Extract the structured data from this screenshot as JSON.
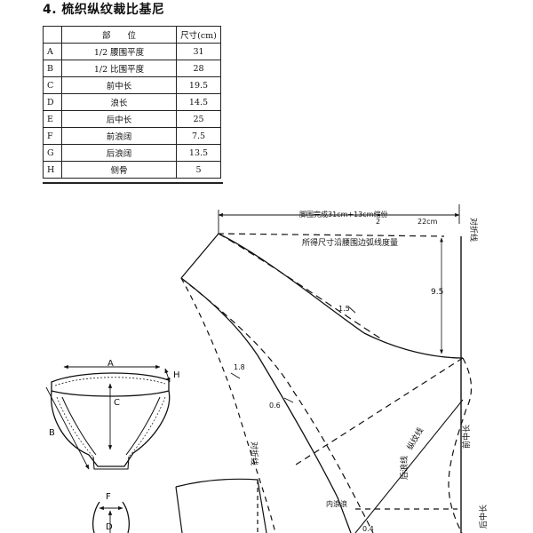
{
  "heading": "4. 梳织纵纹裁比基尼",
  "table": {
    "headers": [
      "",
      "部　　位",
      "尺寸(cm)"
    ],
    "rows": [
      {
        "code": "A",
        "part": "1/2 腰围平度",
        "size": "31"
      },
      {
        "code": "B",
        "part": "1/2 比围平度",
        "size": "28"
      },
      {
        "code": "C",
        "part": "前中长",
        "size": "19.5"
      },
      {
        "code": "D",
        "part": "浪长",
        "size": "14.5"
      },
      {
        "code": "E",
        "part": "后中长",
        "size": "25"
      },
      {
        "code": "F",
        "part": "前浪阔",
        "size": "7.5"
      },
      {
        "code": "G",
        "part": "后浪阔",
        "size": "13.5"
      },
      {
        "code": "H",
        "part": "侧骨",
        "size": "5"
      }
    ]
  },
  "pattern": {
    "top_note": "脚围完成31cm+13cm缩份",
    "fraction_denominator": "2",
    "dim_22": "22cm",
    "second_note": "所得尺寸沿腰围边弧线度量",
    "fold_line_right": "对折线",
    "dim_9_5": "9.5",
    "dim_1_5": "1.5",
    "dim_1_8": "1.8",
    "dim_0_6": "0.6",
    "grain_label": "纵纹线",
    "back_crotch": "后浪线",
    "front_center": "前中长",
    "back_center": "后中长",
    "fold_line_left": "对折线",
    "crotch_label": "内浪浪",
    "dim_0_4": "0.4"
  },
  "sketch": {
    "label_A": "A",
    "label_B": "B",
    "label_C": "C",
    "label_H": "H",
    "label_F": "F",
    "label_D": "D"
  }
}
